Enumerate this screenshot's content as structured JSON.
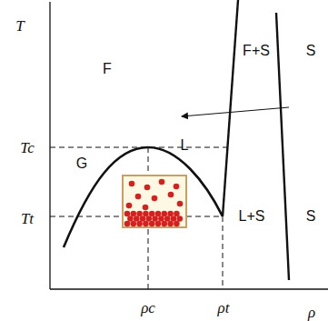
{
  "diagram": {
    "labels": [
      "T",
      "F",
      "F+S",
      "S",
      "Tc",
      "L",
      "G",
      "L+S",
      "S",
      "Tt",
      "ρc",
      "ρt",
      "ρ"
    ]
  }
}
